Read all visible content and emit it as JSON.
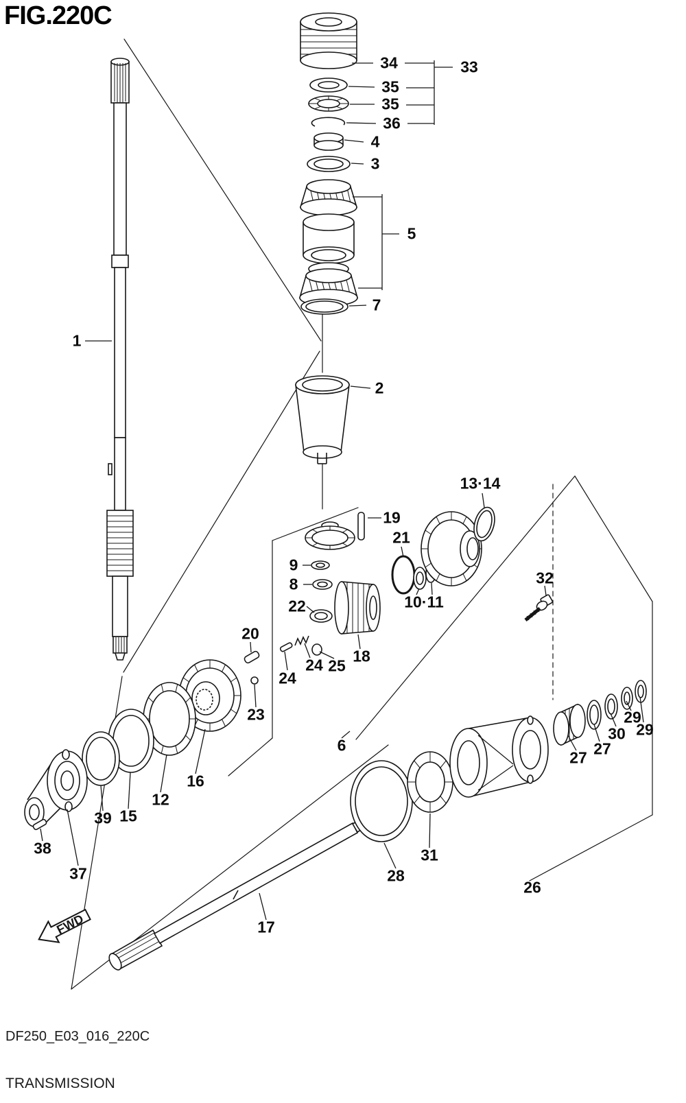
{
  "figure": {
    "title": "FIG.220C",
    "part_code": "DF250_E03_016_220C",
    "caption": "TRANSMISSION",
    "fwd_label": "FWD"
  },
  "parts": {
    "p1": "1",
    "p2": "2",
    "p3": "3",
    "p4": "4",
    "p5": "5",
    "p6": "6",
    "p7": "7",
    "p8": "8",
    "p9": "9",
    "p10_11": "10·11",
    "p12": "12",
    "p13_14": "13·14",
    "p15": "15",
    "p16": "16",
    "p17": "17",
    "p18": "18",
    "p19": "19",
    "p20": "20",
    "p21": "21",
    "p22": "22",
    "p23": "23",
    "p24a": "24",
    "p24b": "24",
    "p25": "25",
    "p26": "26",
    "p27a": "27",
    "p27b": "27",
    "p28": "28",
    "p29a": "29",
    "p29b": "29",
    "p30": "30",
    "p31": "31",
    "p32": "32",
    "p33": "33",
    "p34": "34",
    "p35a": "35",
    "p35b": "35",
    "p36": "36",
    "p37": "37",
    "p38": "38",
    "p39": "39"
  }
}
